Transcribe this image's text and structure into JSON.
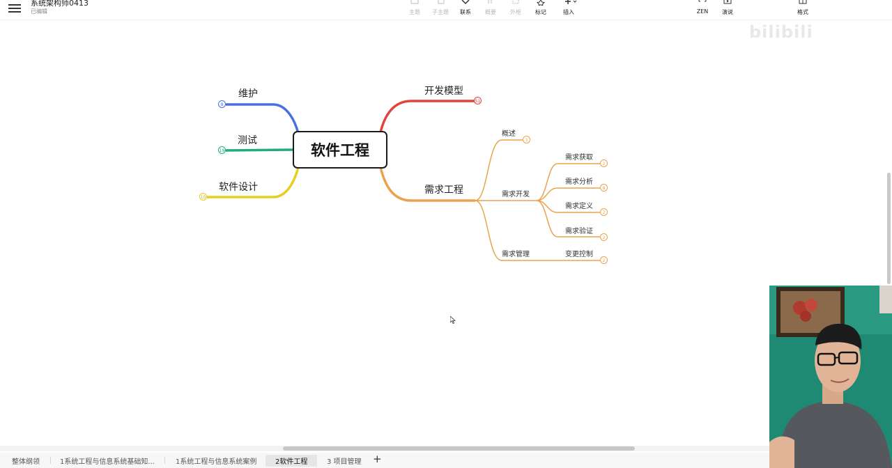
{
  "header": {
    "doc_title": "系统架构师0413",
    "doc_status": "已编辑",
    "toolbar": [
      {
        "label": "主题",
        "icon": "topic-icon",
        "enabled": false
      },
      {
        "label": "子主题",
        "icon": "subtopic-icon",
        "enabled": false
      },
      {
        "label": "联系",
        "icon": "relationship-icon",
        "enabled": true
      },
      {
        "label": "概要",
        "icon": "summary-icon",
        "enabled": false
      },
      {
        "label": "外框",
        "icon": "boundary-icon",
        "enabled": false
      },
      {
        "label": "标记",
        "icon": "star-icon",
        "enabled": true
      },
      {
        "label": "插入",
        "icon": "plus-icon",
        "enabled": true
      }
    ],
    "right_tools": [
      {
        "label": "ZEN",
        "icon": "fullscreen-icon"
      },
      {
        "label": "演说",
        "icon": "play-icon"
      },
      {
        "label": "格式",
        "icon": "format-icon"
      }
    ]
  },
  "mindmap": {
    "central": "软件工程",
    "left": [
      {
        "label": "维护",
        "count": "8",
        "color": "#4a6fe3"
      },
      {
        "label": "测试",
        "count": "19",
        "color": "#1fae7a"
      },
      {
        "label": "软件设计",
        "count": "10",
        "color": "#e8cf1f"
      }
    ],
    "right": [
      {
        "label": "开发模型",
        "count": "51",
        "color": "#e3433a"
      },
      {
        "label": "需求工程",
        "color": "#eba24e",
        "children": [
          {
            "label": "概述",
            "count": "3"
          },
          {
            "label": "需求开发",
            "children": [
              {
                "label": "需求获取",
                "count": "2"
              },
              {
                "label": "需求分析",
                "count": "8"
              },
              {
                "label": "需求定义",
                "count": "2"
              },
              {
                "label": "需求验证",
                "count": "2"
              }
            ]
          },
          {
            "label": "需求管理",
            "children": [
              {
                "label": "变更控制",
                "count": "2"
              }
            ]
          }
        ]
      }
    ]
  },
  "sheet_tabs": [
    {
      "label": "整体纲领",
      "active": false
    },
    {
      "label": "1系统工程与信息系统基础知...",
      "active": false
    },
    {
      "label": "1系统工程与信息系统案例",
      "active": false
    },
    {
      "label": "2软件工程",
      "active": true
    },
    {
      "label": "3 项目管理",
      "active": false
    }
  ],
  "watermark": "bilibili"
}
